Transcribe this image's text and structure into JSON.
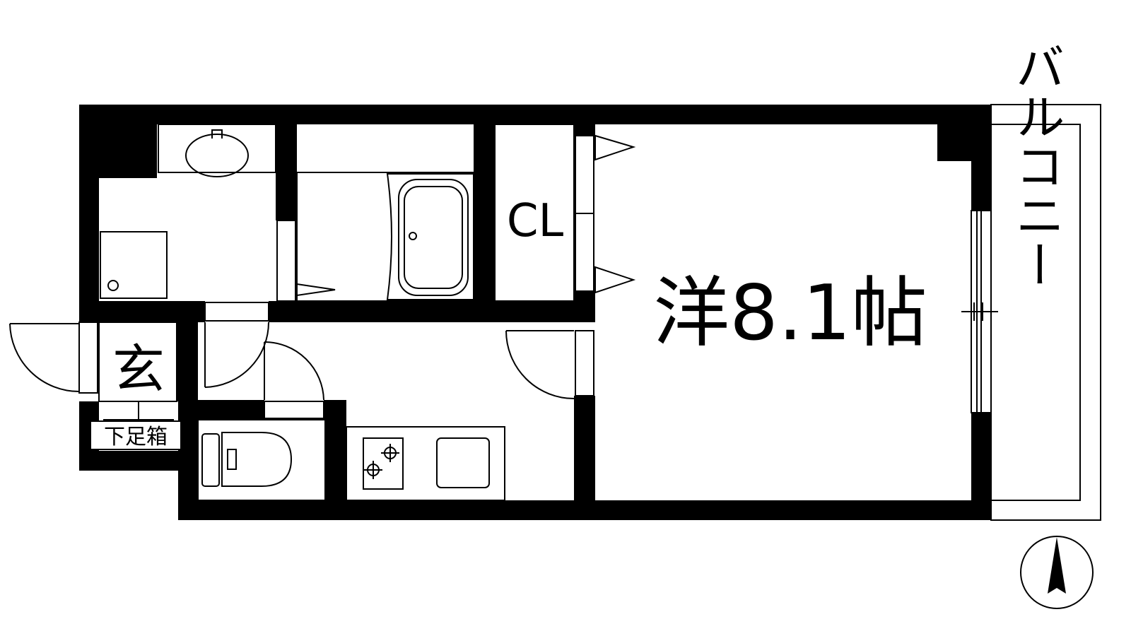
{
  "rooms": {
    "western_room": "洋8.1帖",
    "closet": "CL",
    "entrance": "玄",
    "shoe_box": "下足箱",
    "balcony": "バルコニー"
  },
  "colors": {
    "wall": "#000000",
    "background": "#ffffff"
  },
  "icons": [
    "compass-north-icon",
    "sink-icon",
    "bathtub-icon",
    "toilet-icon",
    "stove-icon",
    "washer-icon"
  ]
}
